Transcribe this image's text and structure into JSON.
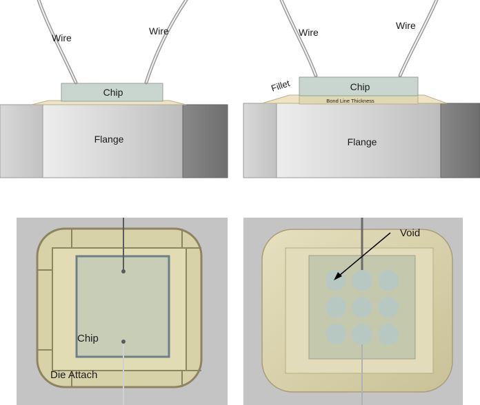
{
  "panel_side_left": {
    "wire_left_label": "Wire",
    "wire_right_label": "Wire",
    "chip_label": "Chip",
    "flange_label": "Flange"
  },
  "panel_side_right": {
    "wire_left_label": "Wire",
    "wire_right_label": "Wire",
    "chip_label": "Chip",
    "fillet_label": "Fillet",
    "bond_line_label": "Bond Line Thickness",
    "flange_label": "Flange"
  },
  "panel_top_left": {
    "chip_label": "Chip",
    "die_attach_label": "Die Attach"
  },
  "panel_top_right": {
    "void_label": "Void",
    "void_count": 9
  },
  "colors": {
    "chip_fill": "#c9d6cf",
    "attach_fill": "#e7dfbd",
    "flange_mid": "#d2d2d2",
    "flange_dark": "#7a7a7a",
    "top_bg": "#c4c4c4",
    "attach_top": "#d8d2a8",
    "void_fill": "#b7c8c2"
  }
}
